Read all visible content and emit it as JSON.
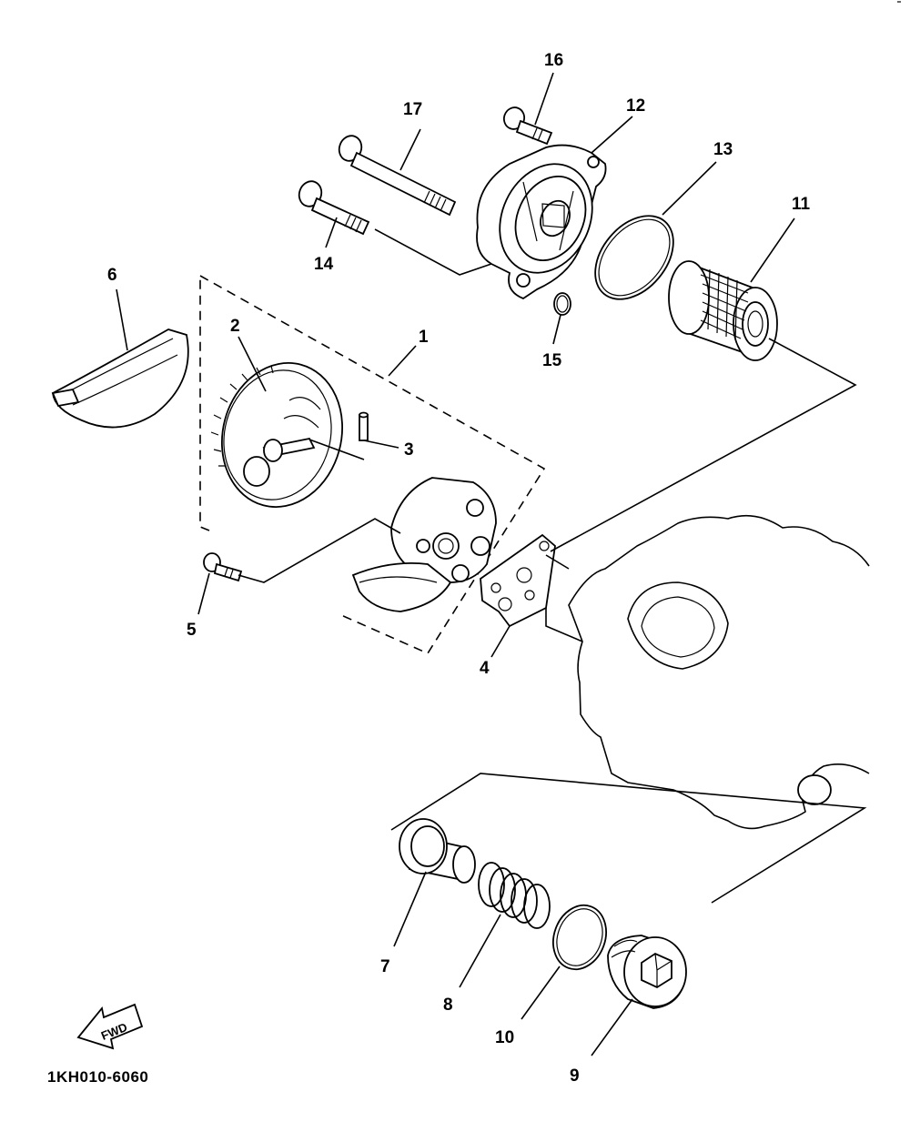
{
  "diagram": {
    "code": "1KH010-6060",
    "fwd_label": "FWD",
    "parts": [
      {
        "num": "1"
      },
      {
        "num": "2"
      },
      {
        "num": "3"
      },
      {
        "num": "4"
      },
      {
        "num": "5"
      },
      {
        "num": "6"
      },
      {
        "num": "7"
      },
      {
        "num": "8"
      },
      {
        "num": "9"
      },
      {
        "num": "10"
      },
      {
        "num": "11"
      },
      {
        "num": "12"
      },
      {
        "num": "13"
      },
      {
        "num": "14"
      },
      {
        "num": "15"
      },
      {
        "num": "16"
      },
      {
        "num": "17"
      }
    ]
  }
}
